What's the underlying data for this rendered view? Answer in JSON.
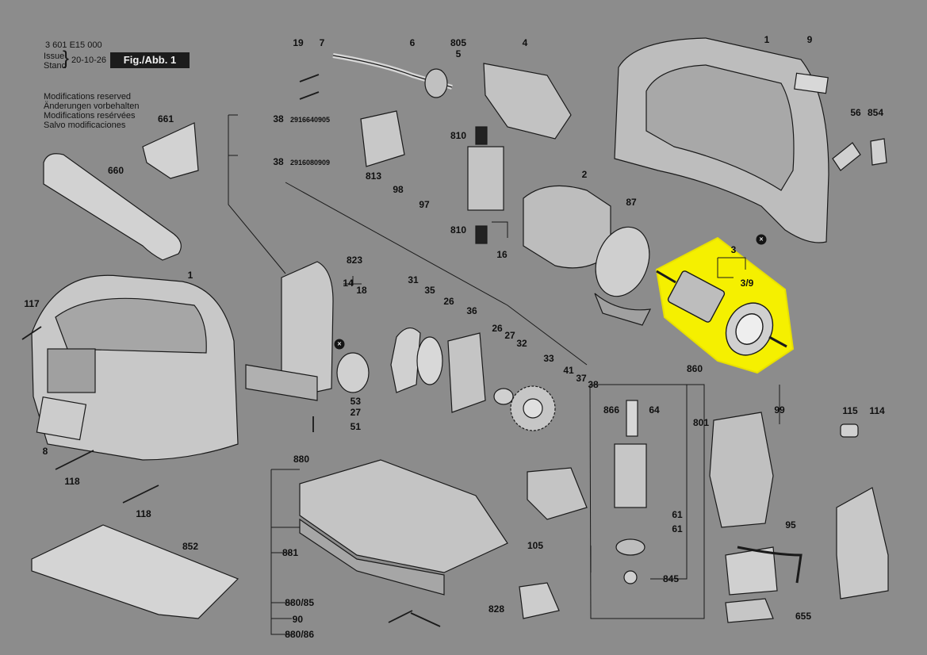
{
  "header": {
    "drawing_number": "3 601 E15 000",
    "issue_label_en": "Issue",
    "issue_label_de": "Stand",
    "issue_date": "20-10-26",
    "figure_label": "Fig./Abb. 1",
    "notice_en": "Modifications reserved",
    "notice_de": "Änderungen vorbehalten",
    "notice_fr": "Modifications resérvées",
    "notice_es": "Salvo modificaciones"
  },
  "colors": {
    "background": "#8c8c8c",
    "line": "#1a1a1a",
    "highlight": "#f5f000"
  },
  "highlighted_part": "3",
  "part_labels": [
    "19",
    "7",
    "6",
    "805",
    "5",
    "4",
    "1",
    "9",
    "38",
    "2916640905",
    "38",
    "2916080909",
    "661",
    "660",
    "810",
    "813",
    "98",
    "97",
    "810",
    "16",
    "2",
    "87",
    "56",
    "854",
    "3",
    "3/9",
    "823",
    "14",
    "18",
    "1",
    "117",
    "31",
    "35",
    "26",
    "36",
    "26",
    "27",
    "32",
    "33",
    "41",
    "37",
    "38",
    "860",
    "866",
    "64",
    "801",
    "99",
    "115",
    "114",
    "8",
    "53",
    "27",
    "51",
    "118",
    "118",
    "880",
    "852",
    "881",
    "880/85",
    "90",
    "880/86",
    "105",
    "828",
    "845",
    "61",
    "61",
    "95",
    "655"
  ]
}
